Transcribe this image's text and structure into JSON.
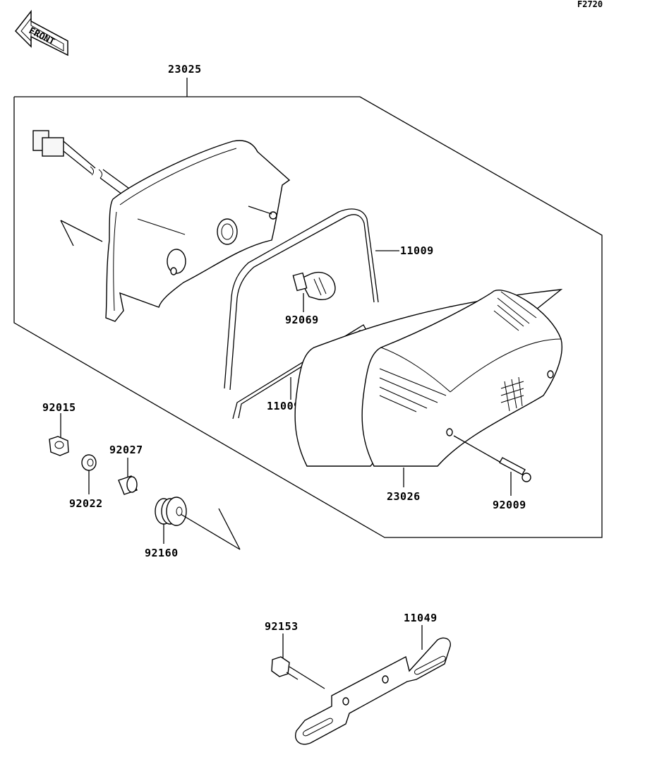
{
  "figure_code": "F2720",
  "front_label": "FRONT",
  "parts": {
    "p23025": "23025",
    "p11009": "11009",
    "p92069": "92069",
    "p11009A": "11009A",
    "p23026": "23026",
    "p92009": "92009",
    "p92015": "92015",
    "p92022": "92022",
    "p92027": "92027",
    "p92160": "92160",
    "p92153": "92153",
    "p11049": "11049"
  }
}
